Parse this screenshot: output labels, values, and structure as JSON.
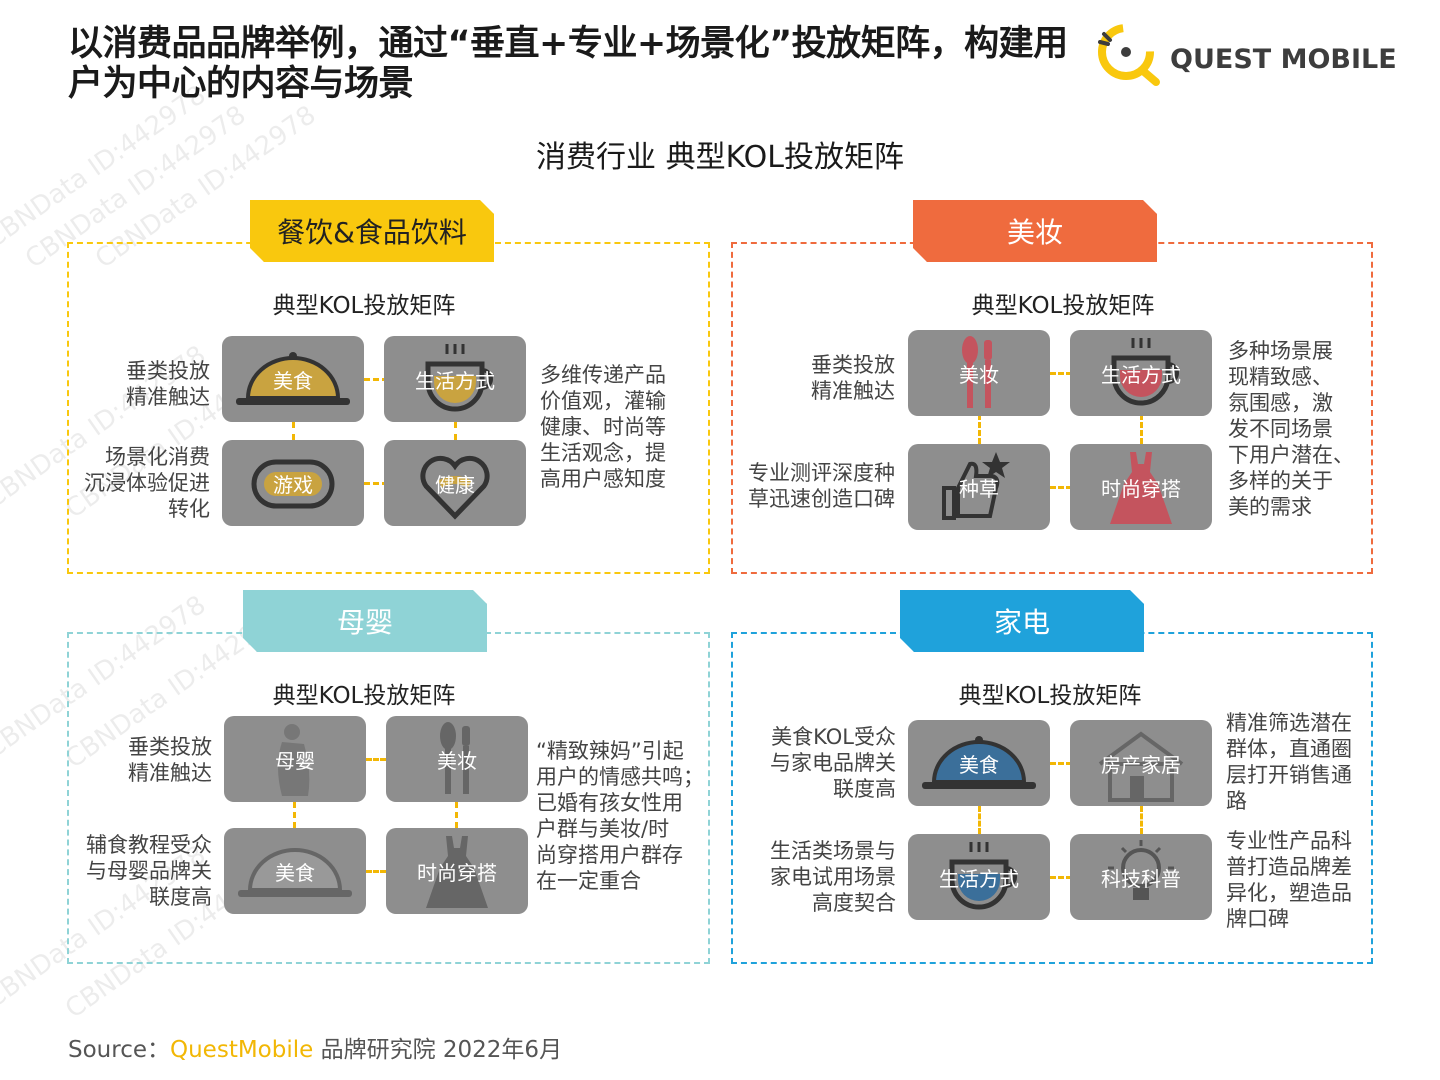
{
  "title": "以消费品品牌举例，通过“垂直+专业+场景化”投放矩阵，构建用户为中心的内容与场景",
  "brand": "QUEST MOBILE",
  "subtitle": "消费行业 典型KOL投放矩阵",
  "watermark": "CBNData ID:442978",
  "colors": {
    "food": "#f9c80e",
    "beauty": "#ef6b3e",
    "baby": "#8fd3d6",
    "appliance": "#1fa2db",
    "connector": "#f2b705",
    "tile": "#8e8e8e"
  },
  "panels": [
    {
      "tag": "餐饮&食品饮料",
      "matrix_title": "典型KOL投放矩阵",
      "tiles": [
        {
          "label": "美食",
          "icon": "cloche-icon"
        },
        {
          "label": "生活方式",
          "icon": "coffee-cup-icon"
        },
        {
          "label": "游戏",
          "icon": "gamepad-icon"
        },
        {
          "label": "健康",
          "icon": "heart-icon"
        }
      ],
      "left_top": "垂类投放\n精准触达",
      "left_bottom": "场景化消费\n沉浸体验促进\n转化",
      "right": "多维传递产品\n价值观，灌输\n健康、时尚等\n生活观念，提\n高用户感知度"
    },
    {
      "tag": "美妆",
      "matrix_title": "典型KOL投放矩阵",
      "tiles": [
        {
          "label": "美妆",
          "icon": "makeup-brush-icon"
        },
        {
          "label": "生活方式",
          "icon": "coffee-cup-icon"
        },
        {
          "label": "种草",
          "icon": "thumbs-up-star-icon"
        },
        {
          "label": "时尚穿搭",
          "icon": "dress-icon"
        }
      ],
      "left_top": "垂类投放\n精准触达",
      "left_bottom": "专业测评深度种\n草迅速创造口碑",
      "right": "多种场景展\n现精致感、\n氛围感，激\n发不同场景\n下用户潜在、\n多样的关于\n美的需求"
    },
    {
      "tag": "母婴",
      "matrix_title": "典型KOL投放矩阵",
      "tiles": [
        {
          "label": "母婴",
          "icon": "mother-baby-icon"
        },
        {
          "label": "美妆",
          "icon": "makeup-brush-icon"
        },
        {
          "label": "美食",
          "icon": "cloche-icon"
        },
        {
          "label": "时尚穿搭",
          "icon": "dress-icon"
        }
      ],
      "left_top": "垂类投放\n精准触达",
      "left_bottom": "辅食教程受众\n与母婴品牌关\n联度高",
      "right": "“精致辣妈”引起\n用户的情感共鸣；\n已婚有孩女性用\n户群与美妆/时\n尚穿搭用户群存\n在一定重合"
    },
    {
      "tag": "家电",
      "matrix_title": "典型KOL投放矩阵",
      "tiles": [
        {
          "label": "美食",
          "icon": "cloche-icon"
        },
        {
          "label": "房产家居",
          "icon": "house-icon"
        },
        {
          "label": "生活方式",
          "icon": "coffee-cup-icon"
        },
        {
          "label": "科技科普",
          "icon": "lightbulb-icon"
        }
      ],
      "left_top": "美食KOL受众\n与家电品牌关\n联度高",
      "left_bottom": "生活类场景与\n家电试用场景\n高度契合",
      "right_top": "精准筛选潜在\n群体，直通圈\n层打开销售通\n路",
      "right_bottom": "专业性产品科\n普打造品牌差\n异化，塑造品\n牌口碑"
    }
  ],
  "source": {
    "label": "Source：",
    "org": "QuestMobile",
    "rest": " 品牌研究院 2022年6月"
  }
}
